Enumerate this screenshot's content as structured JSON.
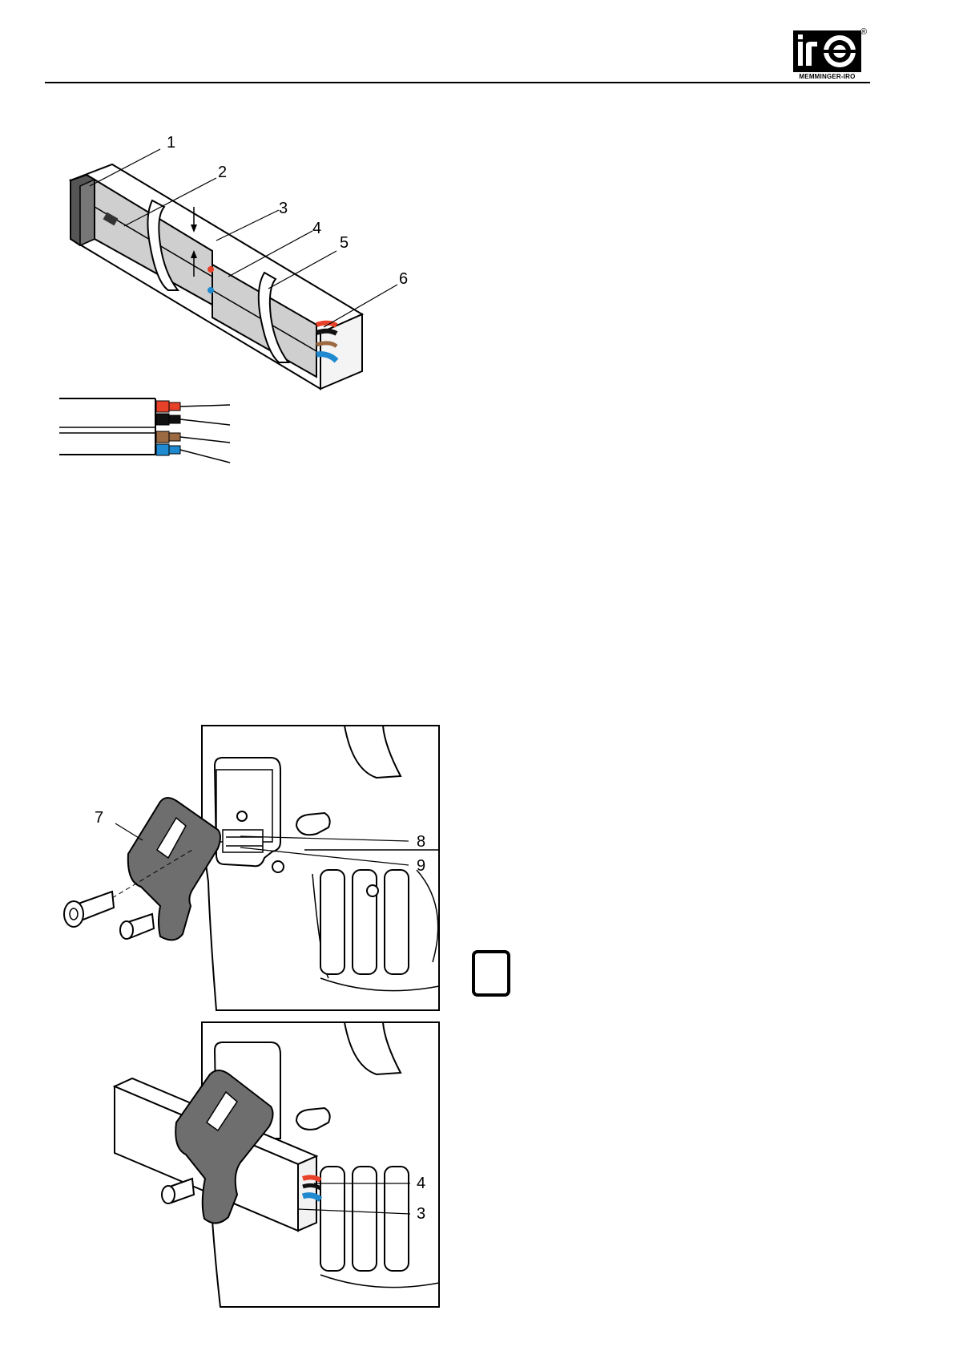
{
  "logo": {
    "name": "iro",
    "company": "MEMMINGER-IRO",
    "registered": "®",
    "colors": {
      "mark": "#000000",
      "background": "#ffffff"
    }
  },
  "figures": {
    "figure1": {
      "callouts": [
        "1",
        "2",
        "3",
        "4",
        "5",
        "6"
      ]
    },
    "wires": {
      "colors": [
        "#e8412a",
        "#111111",
        "#9b6a43",
        "#1f8ad0"
      ]
    },
    "figure2": {
      "callouts": [
        "7",
        "8",
        "9"
      ]
    },
    "figure3": {
      "callouts": [
        "4",
        "3"
      ]
    }
  },
  "info_icon": {
    "name": "info-icon"
  }
}
